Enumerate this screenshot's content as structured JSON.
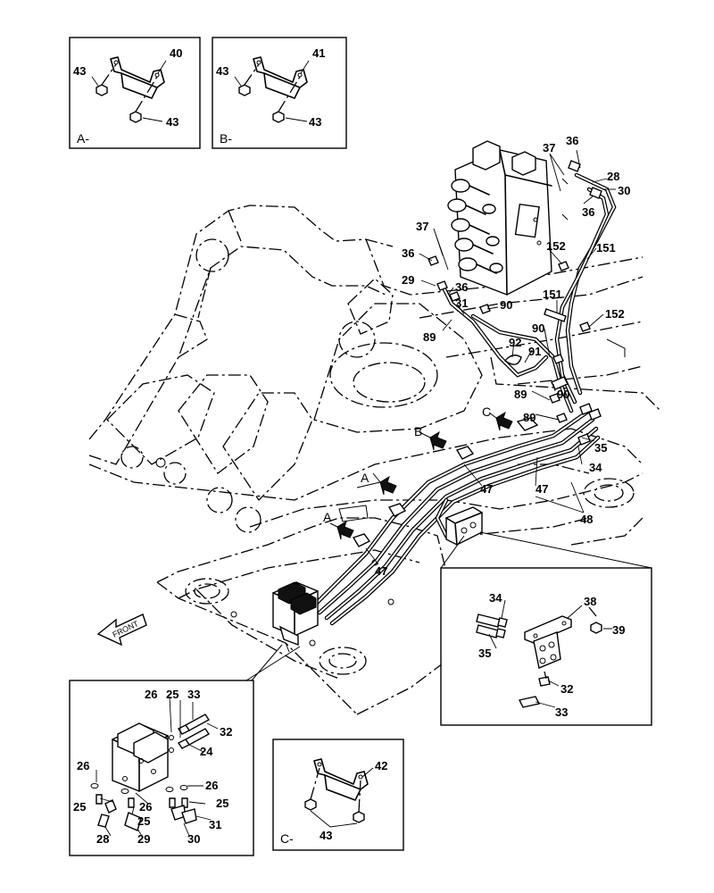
{
  "detail_views": {
    "a": {
      "name": "A-",
      "parts": [
        "43",
        "40",
        "43"
      ]
    },
    "b": {
      "name": "B-",
      "parts": [
        "43",
        "41",
        "43"
      ]
    },
    "c": {
      "name": "C-",
      "parts": [
        "42",
        "43"
      ]
    }
  },
  "view_markers": [
    "A",
    "A",
    "B",
    "C"
  ],
  "front_label": "FRONT",
  "main_labels": {
    "l37a": "37",
    "l36a": "36",
    "l28": "28",
    "l30": "30",
    "l36b": "36",
    "l37b": "37",
    "l36c": "36",
    "l29": "29",
    "l36d": "36",
    "l31": "31",
    "l90a": "90",
    "l152a": "152",
    "l151a": "151",
    "l151b": "151",
    "l152b": "152",
    "l90b": "90",
    "l89a": "89",
    "l92": "92",
    "l91": "91",
    "l89b": "89",
    "l90c": "90",
    "l89c": "89",
    "l35": "35",
    "l34": "34",
    "l47a": "47",
    "l47b": "47",
    "l48": "48",
    "l47c": "47"
  },
  "inset_valve_labels": {
    "l34": "34",
    "l38": "38",
    "l39": "39",
    "l35": "35",
    "l32": "32",
    "l33": "33"
  },
  "inset_block_labels": {
    "l26a": "26",
    "l25a": "25",
    "l33": "33",
    "l32": "32",
    "l24": "24",
    "l26b": "26",
    "l26c": "26",
    "l25b": "25",
    "l26d": "26",
    "l25c": "25",
    "l25d": "25",
    "l31": "31",
    "l28": "28",
    "l29": "29",
    "l30": "30"
  }
}
